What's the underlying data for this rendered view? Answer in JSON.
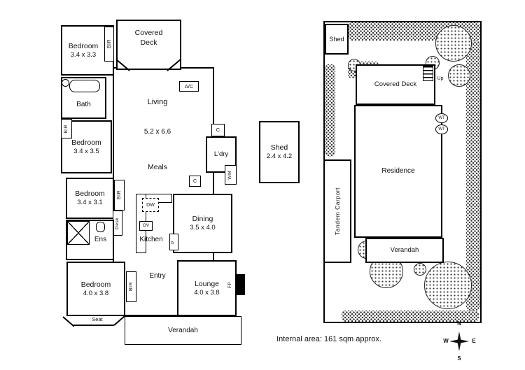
{
  "floor_plan": {
    "rooms": {
      "bedroom1": {
        "label": "Bedroom",
        "dims": "3.4 x 3.3"
      },
      "covered_deck": {
        "label": "Covered Deck"
      },
      "bath": {
        "label": "Bath"
      },
      "bedroom2": {
        "label": "Bedroom",
        "dims": "3.4 x 3.5"
      },
      "living": {
        "label": "Living",
        "dims": "5.2 x 6.6"
      },
      "ldry": {
        "label": "L'dry"
      },
      "meals": {
        "label": "Meals"
      },
      "bedroom3": {
        "label": "Bedroom",
        "dims": "3.4 x 3.1"
      },
      "ens": {
        "label": "Ens"
      },
      "kitchen": {
        "label": "Kitchen"
      },
      "dining": {
        "label": "Dining",
        "dims": "3.5 x 4.0"
      },
      "bedroom4": {
        "label": "Bedroom",
        "dims": "4.0 x 3.8"
      },
      "entry": {
        "label": "Entry"
      },
      "lounge": {
        "label": "Lounge",
        "dims": "4.0 x 3.8"
      },
      "verandah": {
        "label": "Verandah"
      },
      "seat": {
        "label": "Seat"
      }
    },
    "fixtures": {
      "bir1": "BIR",
      "bir2": "BIR",
      "bir3": "BIR",
      "bir4": "BIR",
      "ac": "A/C",
      "c1": "C",
      "c2": "C",
      "wm": "WM",
      "desk": "Desk",
      "dw": "DW",
      "ov": "OV",
      "p": "P",
      "fp": "FP"
    }
  },
  "shed_floor_plan": {
    "label": "Shed",
    "dims": "2.4 x 4.2"
  },
  "site_plan": {
    "shed": "Shed",
    "covered_deck": "Covered Deck",
    "up": "Up",
    "wt1": "WT",
    "wt2": "WT",
    "residence": "Residence",
    "tandem_carport": "Tandem Carport",
    "verandah": "Verandah"
  },
  "footer": {
    "internal_area": "Internal area: 161 sqm approx."
  },
  "compass": {
    "north": "N",
    "south": "S",
    "east": "E",
    "west": "W"
  },
  "colors": {
    "line": "#000000",
    "background": "#ffffff",
    "vegetation": "#333333"
  }
}
